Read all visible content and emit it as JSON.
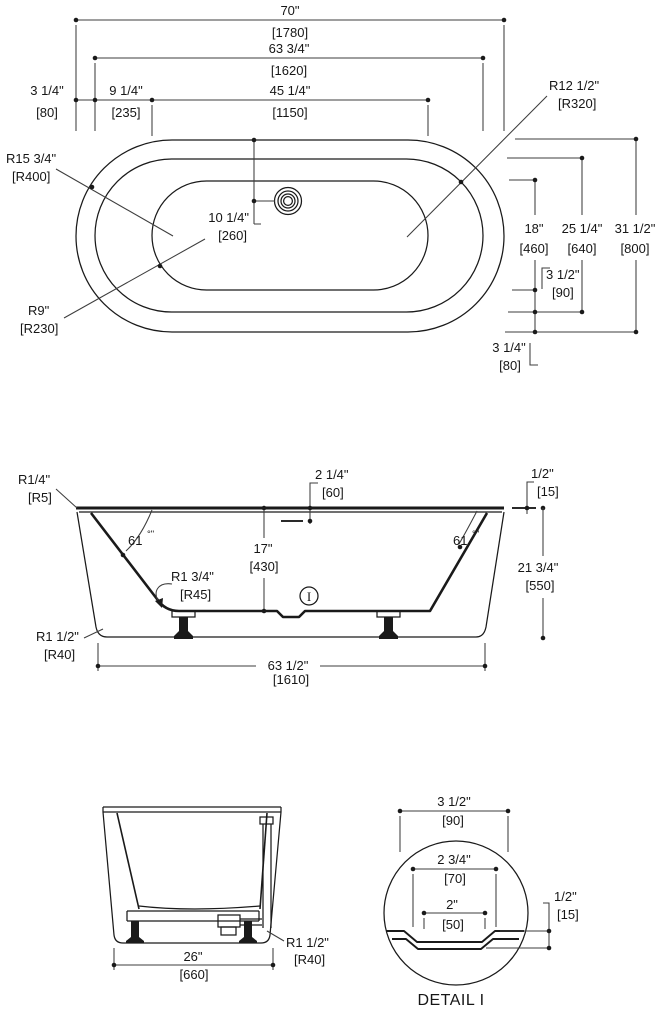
{
  "top_view": {
    "length_overall": {
      "in": "70\"",
      "mm": "[1780]"
    },
    "length_deck": {
      "in": "63 3/4\"",
      "mm": "[1620]"
    },
    "length_basin": {
      "in": "45 1/4\"",
      "mm": "[1150]"
    },
    "offset_deck": {
      "in": "3 1/4\"",
      "mm": "[80]"
    },
    "offset_basin": {
      "in": "9 1/4\"",
      "mm": "[235]"
    },
    "radius_deck_end": {
      "in": "R15 3/4\"",
      "mm": "[R400]"
    },
    "radius_basin_end": {
      "in": "R12 1/2\"",
      "mm": "[R320]"
    },
    "radius_basin_corner": {
      "in": "R9\"",
      "mm": "[R230]"
    },
    "drain_offset": {
      "in": "10 1/4\"",
      "mm": "[260]"
    },
    "width_basin": {
      "in": "18\"",
      "mm": "[460]"
    },
    "width_deck": {
      "in": "25 1/4\"",
      "mm": "[640]"
    },
    "width_overall": {
      "in": "31 1/2\"",
      "mm": "[800]"
    },
    "offset_deck_side": {
      "in": "3 1/2\"",
      "mm": "[90]"
    },
    "offset_rim_side": {
      "in": "3 1/4\"",
      "mm": "[80]"
    }
  },
  "side_view": {
    "radius_rim": {
      "in": "R1/4\"",
      "mm": "[R5]"
    },
    "rim_to_deck": {
      "in": "2 1/4\"",
      "mm": "[60]"
    },
    "rim_lip": {
      "in": "1/2\"",
      "mm": "[15]"
    },
    "wall_angle_left": {
      "val": "61",
      "sup": "°\""
    },
    "wall_angle_right": {
      "val": "61",
      "sup": "°\""
    },
    "radius_floor_fillet": {
      "in": "R1 3/4\"",
      "mm": "[R45]"
    },
    "depth": {
      "in": "17\"",
      "mm": "[430]"
    },
    "radius_base": {
      "in": "R1 1/2\"",
      "mm": "[R40]"
    },
    "base_length": {
      "in": "63 1/2\"",
      "mm": "[1610]"
    },
    "height": {
      "in": "21 3/4\"",
      "mm": "[550]"
    },
    "detail_marker": "I"
  },
  "end_view": {
    "base_width": {
      "in": "26\"",
      "mm": "[660]"
    },
    "radius_base": {
      "in": "R1 1/2\"",
      "mm": "[R40]"
    }
  },
  "detail_view": {
    "recess_outer": {
      "in": "3 1/2\"",
      "mm": "[90]"
    },
    "recess_mid": {
      "in": "2 3/4\"",
      "mm": "[70]"
    },
    "recess_inner": {
      "in": "2\"",
      "mm": "[50]"
    },
    "recess_depth": {
      "in": "1/2\"",
      "mm": "[15]"
    },
    "caption": "DETAIL I"
  }
}
